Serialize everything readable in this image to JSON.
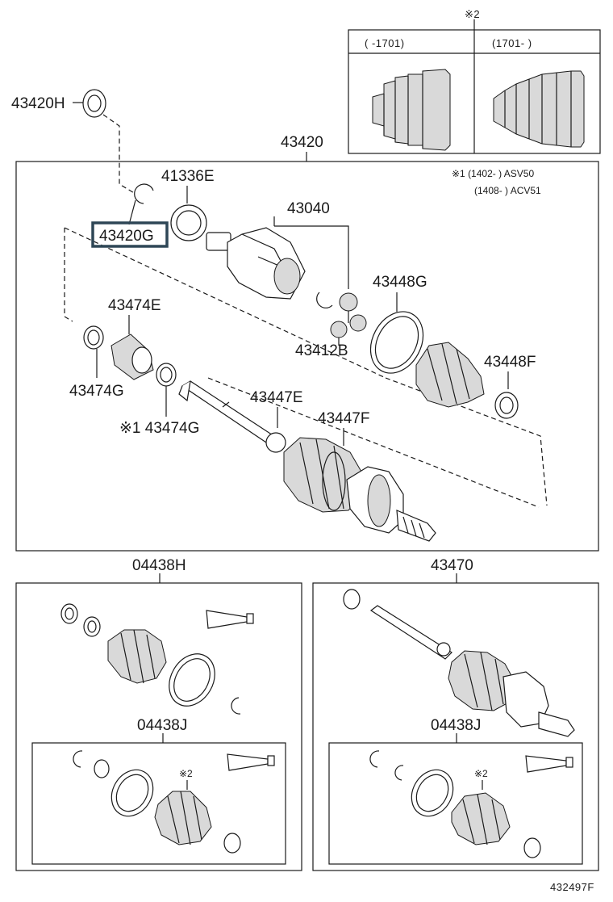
{
  "diagram": {
    "figure_id": "432497F",
    "parts": {
      "p43420H": "43420H",
      "p43420": "43420",
      "p41336E": "41336E",
      "p43420G": "43420G",
      "p43040": "43040",
      "p43474E": "43474E",
      "p43448G": "43448G",
      "p43412B": "43412B",
      "p43448F": "43448F",
      "p43474G": "43474G",
      "p43447E": "43447E",
      "p43447F": "43447F",
      "p43474G_note": "※1 43474G",
      "p04438H": "04438H",
      "p43470": "43470",
      "p04438J_left": "04438J",
      "p04438J_right": "04438J"
    },
    "highlighted_part": "43420G",
    "notes": {
      "star2_top": "※2",
      "range_before": "(      -1701)",
      "range_after": "(1701-      )",
      "star1_line1": "※1 (1402-    ) ASV50",
      "star1_line2": "(1408-    ) ACV51",
      "star2_left": "※2",
      "star2_right": "※2"
    }
  }
}
